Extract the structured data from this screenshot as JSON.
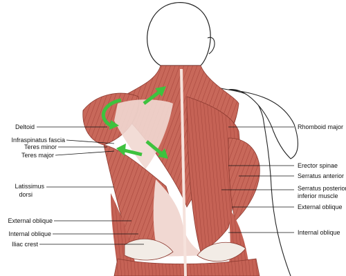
{
  "colors": {
    "muscle": "#c8685a",
    "muscle_dark": "#a8463c",
    "muscle_light": "#e3a599",
    "fascia": "#f1d8d2",
    "bone": "#f2ece6",
    "arrow": "#3ec23e",
    "outline": "#222222",
    "leader": "#111111"
  },
  "labels_left": [
    "Deltoid",
    "Infraspinatus fascia",
    "Teres minor",
    "Teres major",
    "Latissimus",
    "dorsi",
    "External oblique",
    "Internal  oblique",
    "Iliac crest"
  ],
  "labels_right": [
    "Rhomboid major",
    "Erector spinae",
    "Serratus anterior",
    "Serratus posterior",
    "inferior muscle",
    "External oblique",
    "Internal oblique"
  ],
  "icons": {
    "arrows": [
      "curved-arrow-icon",
      "up-right-arrow-icon",
      "down-right-arrow-icon",
      "left-arrow-icon"
    ]
  }
}
